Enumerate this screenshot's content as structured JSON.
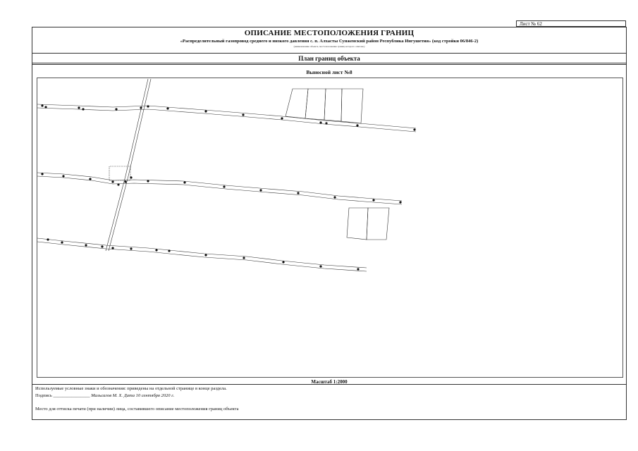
{
  "sheet": {
    "number_label": "Лист № 62"
  },
  "header": {
    "title": "ОПИСАНИЕ МЕСТОПОЛОЖЕНИЯ ГРАНИЦ",
    "subtitle": "«Распределительный газопровод среднего и низкого давления с. п. Алхасты Сунженский район Республика Ингушетия» (код стройки 06/846-2)",
    "caption": "(наименование объекта, местоположение границ которого описано)"
  },
  "section": {
    "title": "План границ объекта"
  },
  "plan": {
    "sheet_title": "Выносной лист №8",
    "scale": "Масштаб 1:2000"
  },
  "footer": {
    "legend_note": "Используемые условные знаки и обозначения: приведены на отдельной странице в конце раздела.",
    "signature_label": "Подпись",
    "signature_blank": "________________",
    "signer": "Мальсагов М. Х.",
    "date_label": "Дата",
    "date_value": "10 сентября 2020 г.",
    "stamp_note": "Место для оттиска печати (при наличии) лица, составившего описание местоположения границ объекта"
  }
}
